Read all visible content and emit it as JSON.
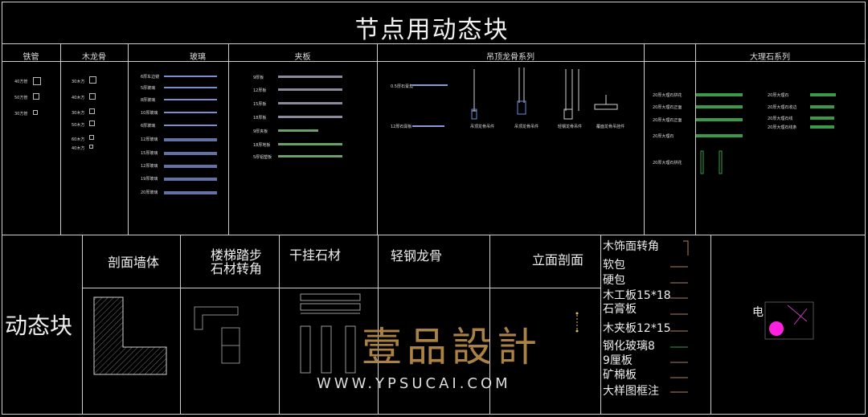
{
  "title": "节点用动态块",
  "columns": {
    "tieguan": "铁管",
    "mulonggu": "木龙骨",
    "boli": "玻璃",
    "jiaban": "夹板",
    "diaoding": "吊顶龙骨系列",
    "dalishi": "大理石系列"
  },
  "tieguan_items": [
    "40方管",
    "50方管",
    "30方管"
  ],
  "mulonggu_items": [
    "30木方",
    "40木方",
    "30木方",
    "50木方",
    "60木方",
    "40木方"
  ],
  "boli_items": [
    "6厚车边镜",
    "5厚玻璃",
    "8厚玻璃",
    "10厚玻璃",
    "6厚玻璃",
    "12厚玻璃",
    "15厚玻璃",
    "12厚玻璃",
    "19厚玻璃",
    "20厚玻璃"
  ],
  "jiaban_items": [
    "9厚板",
    "12厚板",
    "15厚板",
    "18厚板",
    "9厚夹板",
    "18厚地板",
    "5厚铝塑板"
  ],
  "diaoding_items": [
    "0.5厚石膏角",
    "12厚石膏板",
    "吊顶龙骨吊件",
    "吊顶龙骨吊件",
    "轻钢龙骨吊件",
    "覆面龙骨吊挂件"
  ],
  "dalishi_items": [
    "20厚大理石拼花",
    "20厚大理石正面",
    "20厚大理石正面",
    "20厚大理石",
    "20厚大理石拼花",
    "20厚大理石",
    "20厚大理石收边",
    "20厚大理石线",
    "20厚大理石线条"
  ],
  "left_label": "动态块",
  "sections": {
    "wall": "剖面墙体",
    "stair": "楼梯踏步\n石材转角",
    "stone": "干挂石材",
    "steel": "轻钢龙骨",
    "elevation": "立面剖面"
  },
  "legend": [
    "木饰面转角",
    "软包",
    "硬包",
    "木工板15*18",
    "石膏板",
    "木夹板12*15",
    "钢化玻璃8",
    "9厘板",
    "矿棉板",
    "大样图框注"
  ],
  "elec_label": "电",
  "watermark": "壹品設計",
  "watermark_url": "WWW.YPSUCAI.COM",
  "colors": {
    "magenta": "#ff20e0",
    "bar_blue": "#7a8fd0",
    "bar_green": "#3a9a4a",
    "gold": "#b58a4a"
  }
}
